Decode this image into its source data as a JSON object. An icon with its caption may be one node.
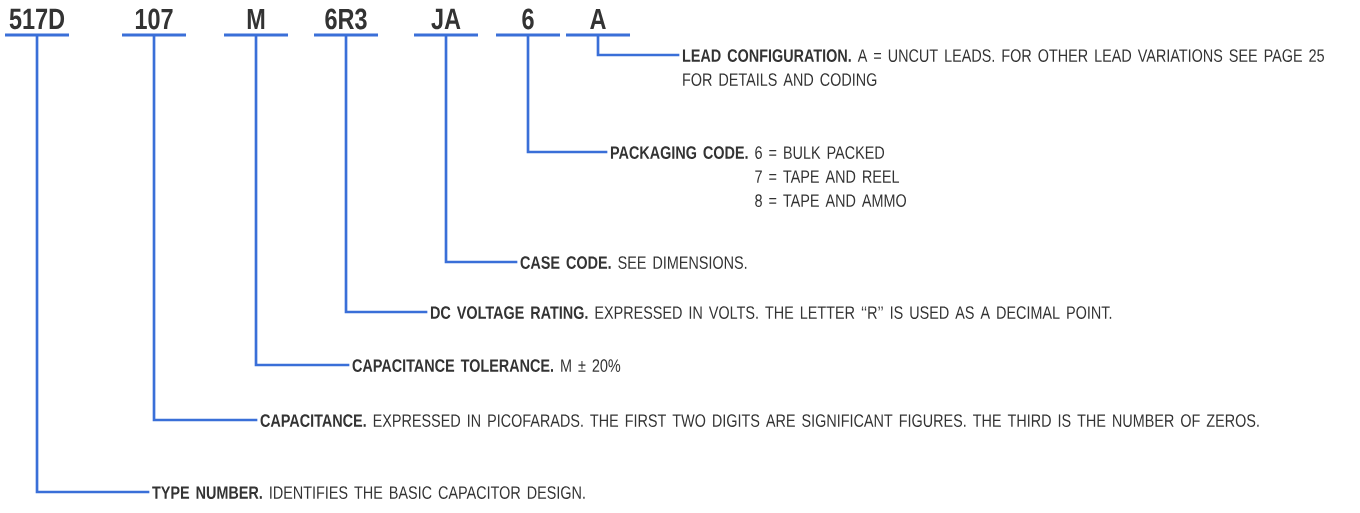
{
  "diagram": {
    "nodes": [
      {
        "text": [
          "517D"
        ]
      },
      {
        "text": [
          "107"
        ]
      },
      {
        "text": [
          "M"
        ]
      },
      {
        "text": [
          "6R3"
        ]
      },
      {
        "text": [
          "JA"
        ]
      },
      {
        "text": [
          "6"
        ]
      },
      {
        "text": [
          "A"
        ]
      },
      {
        "text": [
          "LEAD CONFIGURATION.",
          "A = UNCUT LEADS. FOR OTHER LEAD VARIATIONS SEE PAGE 25 FOR DETAILS AND CODING"
        ]
      },
      {
        "text": [
          "PACKAGING CODE.",
          "6 = BULK PACKED",
          "7 = TAPE AND REEL",
          "8 = TAPE AND AMMO"
        ]
      },
      {
        "text": [
          "CASE CODE.",
          "SEE DIMENSIONS."
        ]
      },
      {
        "text": [
          "DC VOLTAGE RATING.",
          "EXPRESSED IN VOLTS. THE LETTER ‘‘R’’ IS USED AS A DECIMAL POINT."
        ]
      },
      {
        "text": [
          "CAPACITANCE TOLERANCE.",
          "M ± 20%"
        ]
      },
      {
        "text": [
          "CAPACITANCE.",
          "EXPRESSED IN PICOFARADS. THE FIRST TWO DIGITS ARE SIGNIFICANT FIGURES. THE THIRD IS THE NUMBER OF ZEROS."
        ]
      },
      {
        "text": [
          "TYPE NUMBER.",
          "IDENTIFIES THE BASIC CAPACITOR DESIGN."
        ]
      }
    ],
    "edges": [
      {
        "from": 6,
        "to": 7,
        "arrow": "none"
      },
      {
        "from": 5,
        "to": 8,
        "arrow": "none"
      },
      {
        "from": 4,
        "to": 9,
        "arrow": "none"
      },
      {
        "from": 3,
        "to": 10,
        "arrow": "none"
      },
      {
        "from": 2,
        "to": 11,
        "arrow": "none"
      },
      {
        "from": 1,
        "to": 12,
        "arrow": "none"
      },
      {
        "from": 0,
        "to": 13,
        "arrow": "none"
      }
    ]
  }
}
